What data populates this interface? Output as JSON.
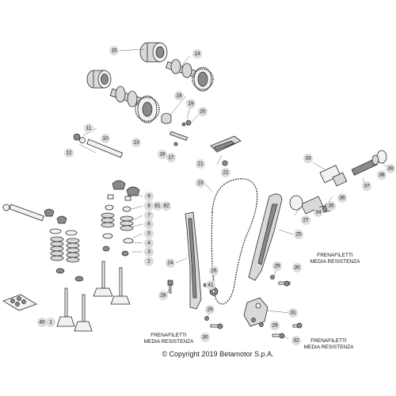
{
  "labels": [
    {
      "id": "15",
      "text": "15"
    },
    {
      "id": "14",
      "text": "14"
    },
    {
      "id": "18",
      "text": "18"
    },
    {
      "id": "19",
      "text": "19"
    },
    {
      "id": "20",
      "text": "20"
    },
    {
      "id": "11",
      "text": "11"
    },
    {
      "id": "10",
      "text": "10"
    },
    {
      "id": "12",
      "text": "12"
    },
    {
      "id": "13",
      "text": "13"
    },
    {
      "id": "16",
      "text": "16"
    },
    {
      "id": "17",
      "text": "17"
    },
    {
      "id": "21",
      "text": "21"
    },
    {
      "id": "22",
      "text": "22"
    },
    {
      "id": "23",
      "text": "23"
    },
    {
      "id": "33",
      "text": "33"
    },
    {
      "id": "39",
      "text": "39"
    },
    {
      "id": "38",
      "text": "38"
    },
    {
      "id": "37",
      "text": "37"
    },
    {
      "id": "36",
      "text": "36"
    },
    {
      "id": "35",
      "text": "35"
    },
    {
      "id": "34",
      "text": "34"
    },
    {
      "id": "27",
      "text": "27"
    },
    {
      "id": "9",
      "text": "9"
    },
    {
      "id": "8",
      "text": "8"
    },
    {
      "id": "81",
      "text": "81"
    },
    {
      "id": "82",
      "text": "82"
    },
    {
      "id": "7",
      "text": "7"
    },
    {
      "id": "6",
      "text": "6"
    },
    {
      "id": "5",
      "text": "5"
    },
    {
      "id": "4",
      "text": "4"
    },
    {
      "id": "3",
      "text": "3"
    },
    {
      "id": "2",
      "text": "2"
    },
    {
      "id": "25",
      "text": "25"
    },
    {
      "id": "24",
      "text": "24"
    },
    {
      "id": "29a",
      "text": "29"
    },
    {
      "id": "30a",
      "text": "30"
    },
    {
      "id": "26",
      "text": "26"
    },
    {
      "id": "41",
      "text": "41"
    },
    {
      "id": "28",
      "text": "28"
    },
    {
      "id": "29b",
      "text": "29"
    },
    {
      "id": "30b",
      "text": "30"
    },
    {
      "id": "31",
      "text": "31"
    },
    {
      "id": "29c",
      "text": "29"
    },
    {
      "id": "32",
      "text": "32"
    },
    {
      "id": "40",
      "text": "40"
    },
    {
      "id": "1",
      "text": "1"
    }
  ],
  "notes": {
    "right_top_line1": "FRENAFILETTI",
    "right_top_line2": "MEDIA RESISTENZA",
    "mid_bottom_line1": "FRENAFILETTI",
    "mid_bottom_line2": "MEDIA RESISTENZA",
    "right_bottom_line1": "FRENAFILETTI",
    "right_bottom_line2": "MEDIA RESISTENZA"
  },
  "copyright": "© Copyright 2019 Betamotor S.p.A."
}
